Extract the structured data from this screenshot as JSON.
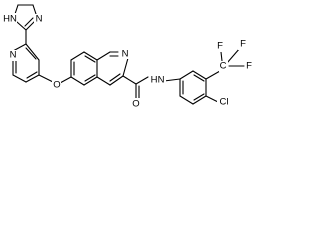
{
  "molecule": {
    "atoms": {
      "imidazoline_nh": "HN",
      "imidazoline_n": "N",
      "pyridine_n": "N",
      "ether_o": "O",
      "isoquinoline_n": "N",
      "amide_n": "N",
      "amide_h": "H",
      "amide_o": "O",
      "chloro": "Cl",
      "cf3_c": "C",
      "cf3_f_top_left": "F",
      "cf3_f_top_right": "F",
      "cf3_f_right": "F"
    },
    "colors": {
      "bond": "#000000",
      "label": "#000000",
      "background": "#ffffff"
    }
  }
}
